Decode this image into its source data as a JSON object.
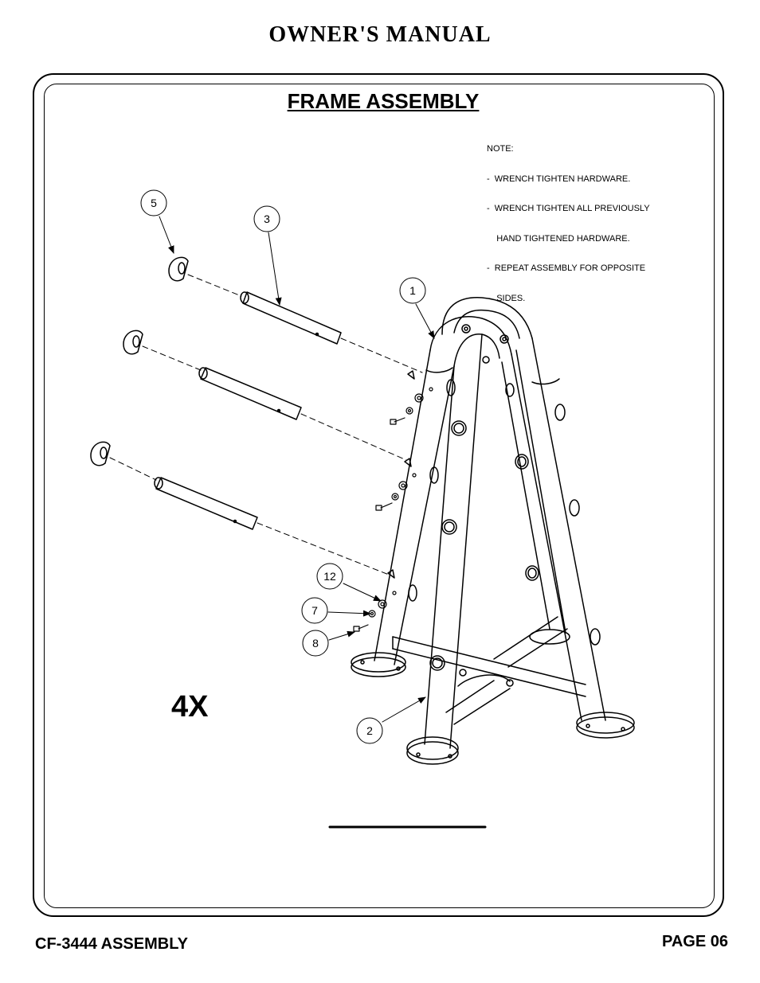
{
  "header": {
    "title": "OWNER'S MANUAL"
  },
  "section": {
    "title": "FRAME ASSEMBLY"
  },
  "notes": [
    "NOTE:",
    "-  WRENCH TIGHTEN HARDWARE.",
    "-  WRENCH TIGHTEN ALL PREVIOUSLY",
    "    HAND TIGHTENED HARDWARE.",
    "-  REPEAT ASSEMBLY FOR OPPOSITE",
    "    SIDES."
  ],
  "callouts": {
    "c5": "5",
    "c3": "3",
    "c1": "1",
    "c12": "12",
    "c7": "7",
    "c8": "8",
    "c2": "2"
  },
  "multiplier": "4X",
  "footer": {
    "left": "CF-3444 ASSEMBLY",
    "right": "PAGE 06"
  }
}
